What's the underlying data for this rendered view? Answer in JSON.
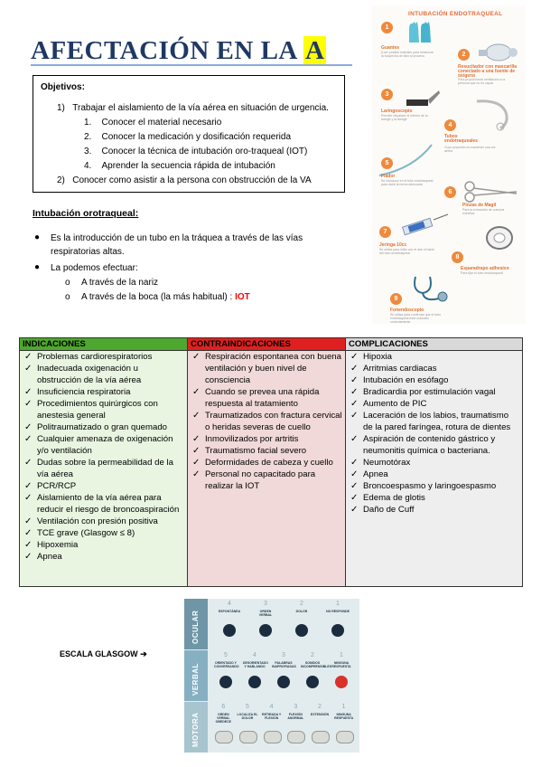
{
  "title": {
    "text": "AFECTACIÓN EN LA ",
    "highlight": "A"
  },
  "objectives": {
    "heading": "Objetivos:",
    "items": [
      {
        "num": "1)",
        "text": "Trabajar el aislamiento de la vía aérea en situación de urgencia."
      },
      {
        "num": "1.",
        "text": "Conocer el material necesario"
      },
      {
        "num": "2.",
        "text": "Conocer la medicación y dosificación requerida"
      },
      {
        "num": "3.",
        "text": "Conocer la técnica de intubación oro-traqueal (IOT)"
      },
      {
        "num": "4.",
        "text": "Aprender la secuencia rápida de intubación"
      },
      {
        "num": "2)",
        "text": "Conocer como asistir a la persona con obstrucción de la VA"
      }
    ]
  },
  "intubation": {
    "heading": "Intubación orotraqueal:",
    "bullet1": "Es la introducción de un tubo en la tráquea a través de las vías",
    "bullet1b": "respiratorias altas.",
    "bullet2": "La podemos efectuar:",
    "sub1": "A través de la nariz",
    "sub2": "A través de la boca (la más habitual) : ",
    "sub2_tag": "IOT",
    "tag_color": "#ff0000"
  },
  "infographic": {
    "title": "INTUBACIÓN ENDOTRAQUEAL",
    "items": [
      {
        "n": "1",
        "label": "Guantes",
        "desc": "A ser posible estériles para minimizar la sospecha de fallo al proceso"
      },
      {
        "n": "2",
        "label": "Resucitador con mascarilla conectado a una fuente de oxígeno",
        "desc": "Para proporcionar ventilación a la persona que no es capaz"
      },
      {
        "n": "3",
        "label": "Laringoscopio",
        "desc": "Permite visualizar el interior de la laringe y la faringe"
      },
      {
        "n": "4",
        "label": "Tubos endotraqueales",
        "desc": "Cuyo propósito es mantener una vía aérea"
      },
      {
        "n": "5",
        "label": "Fiador",
        "desc": "Se introduce en el tubo endotraqueal para darle la forma adecuada"
      },
      {
        "n": "6",
        "label": "Pinzas de Magil",
        "desc": "Para la extracción de cuerpos extraños"
      },
      {
        "n": "7",
        "label": "Jeringa 10cc",
        "desc": "Se utiliza para inflar con el aire el balón del tubo endotraqueal"
      },
      {
        "n": "8",
        "label": "Esparadrapo adhesivo",
        "desc": "Para fijar el tubo endotraqueal"
      },
      {
        "n": "9",
        "label": "Fonendoscopio",
        "desc": "Se utiliza para confirmar que el tubo endotraqueal está colocado correctamente"
      }
    ]
  },
  "table": {
    "headers": [
      "INDICACIONES",
      "CONTRAINDICACIONES",
      "COMPLICACIONES"
    ],
    "header_colors": [
      "#4ea72e",
      "#e02020",
      "#d9d9d9"
    ],
    "indications": [
      "Problemas cardiorespiratorios",
      "Inadecuada oxigenación u obstrucción de la vía aérea",
      "Insuficiencia respiratoria",
      "Procedimientos quirúrgicos con anestesia general",
      "Politraumatizado o gran quemado",
      "Cualquier amenaza de oxigenación y/o ventilación",
      "Dudas sobre la permeabilidad de la vía aérea",
      "PCR/RCP",
      "Aislamiento de la vía aérea para reducir el riesgo de broncoaspiración",
      "Ventilación con presión positiva",
      "TCE grave (Glasgow ≤ 8)",
      "Hipoxemia",
      "Apnea"
    ],
    "contraindications": [
      "Respiración espontanea con buena ventilación y buen nivel de consciencia",
      "Cuando se prevea una rápida respuesta al tratamiento",
      "Traumatizados con fractura cervical o heridas severas de cuello",
      "Inmovilizados por artritis",
      "Traumatismo facial severo",
      "Deformidades de cabeza y cuello",
      "Personal no capacitado para realizar la IOT"
    ],
    "complications": [
      "Hipoxia",
      "Arritmias cardiacas",
      "Intubación en esófago",
      "Bradicardia por estimulación vagal",
      "Aumento de PIC",
      "Laceración de los labios, traumatismo de la pared faríngea, rotura de dientes",
      "Aspiración de contenido gástrico y neumonitis química o bacteriana.",
      "Neumotórax",
      "Apnea",
      "Broncoespasmo y laringoespasmo",
      "Edema de glotis",
      "Daño de Cuff"
    ]
  },
  "glasgow": {
    "label": "ESCALA GLASGOW",
    "arrow": "➔",
    "sections": [
      {
        "name": "OCULAR",
        "color": "#6f96a7",
        "items": [
          {
            "n": "4",
            "t": "ESPONTÁNEA"
          },
          {
            "n": "3",
            "t": "ORDEN VERBAL"
          },
          {
            "n": "2",
            "t": "DOLOR"
          },
          {
            "n": "1",
            "t": "NO RESPONDE"
          }
        ]
      },
      {
        "name": "VERBAL",
        "color": "#86b0c1",
        "items": [
          {
            "n": "5",
            "t": "ORIENTADO Y CONVERSANDO"
          },
          {
            "n": "4",
            "t": "DESORIENTADO Y HABLANDO"
          },
          {
            "n": "3",
            "t": "PALABRAS INAPROPIADAS"
          },
          {
            "n": "2",
            "t": "SONIDOS INCOMPRENSIBLES"
          },
          {
            "n": "1",
            "t": "NINGUNA RESPUESTA"
          }
        ]
      },
      {
        "name": "MOTORA",
        "color": "#a7c4cf",
        "items": [
          {
            "n": "6",
            "t": "ORDEN VERBAL OBEDECE"
          },
          {
            "n": "5",
            "t": "LOCALIZA EL DOLOR"
          },
          {
            "n": "4",
            "t": "RETIRADA Y FLEXIÓN"
          },
          {
            "n": "3",
            "t": "FLEXIÓN ANORMAL"
          },
          {
            "n": "2",
            "t": "EXTENSIÓN"
          },
          {
            "n": "1",
            "t": "NINGUNA RESPUESTA"
          }
        ]
      }
    ]
  }
}
